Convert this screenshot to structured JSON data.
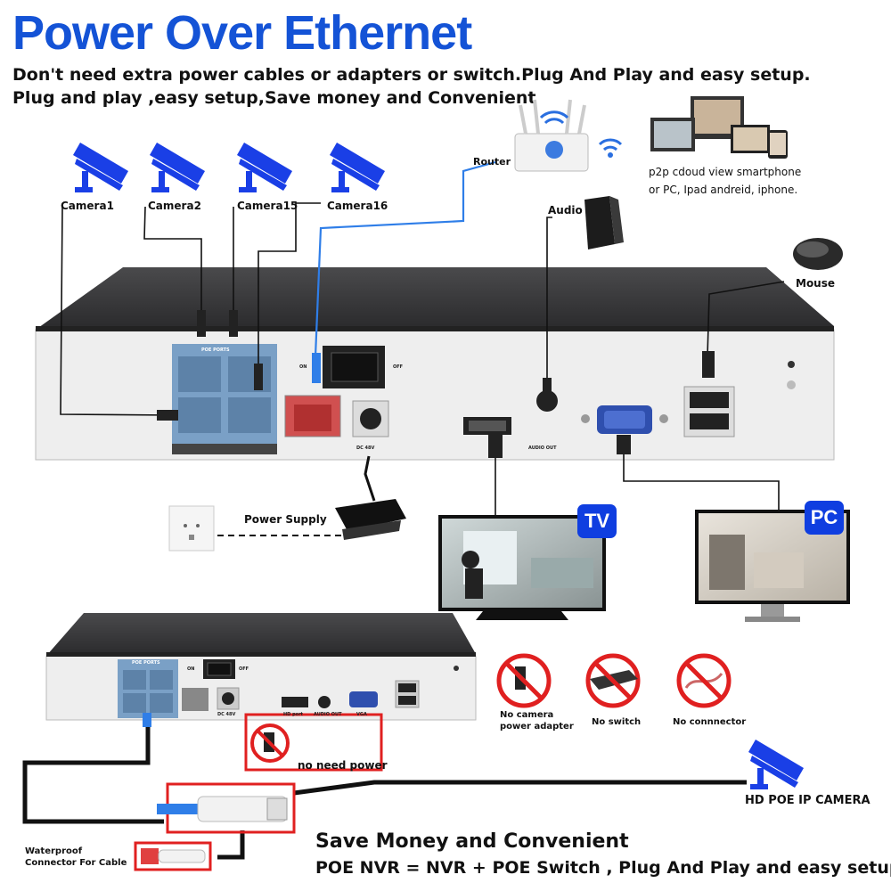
{
  "header": {
    "title": "Power Over Ethernet",
    "line1": "Don't need extra power cables or adapters or switch.Plug And Play and easy setup.",
    "line2": "Plug and play ,easy setup,Save money and Convenient"
  },
  "cameras": [
    "Camera1",
    "Camera2",
    "Camera15",
    "Camera16"
  ],
  "devices": {
    "router": "Router",
    "audio": "Audio",
    "mouse": "Mouse",
    "p2p_line1": "p2p cdoud view smartphone",
    "p2p_line2": "or PC, Ipad andreid, iphone.",
    "power_supply": "Power Supply",
    "tv": "TV",
    "pc": "PC"
  },
  "nvr_labels": {
    "poe_ports": "POE PORTS",
    "on": "ON",
    "off": "OFF",
    "dc48v": "DC 48V",
    "audio_out": "AUDIO OUT",
    "hd_port": "HD port",
    "vga": "VGA"
  },
  "no_items": {
    "no_camera_line1": "No camera",
    "no_camera_line2": "power adapter",
    "no_switch": "No switch",
    "no_connector": "No connnector"
  },
  "lower": {
    "no_need_power": "no need power",
    "hd_poe_camera": "HD POE IP CAMERA",
    "waterproof_line1": "Waterproof",
    "waterproof_line2": "Connector For Cable",
    "save_title": "Save Money and Convenient",
    "equation": "POE NVR = NVR + POE Switch , Plug And Play and easy setup."
  },
  "colors": {
    "title_blue": "#1453d6",
    "badge_blue": "#0f3ee0",
    "camera_blue": "#1a3fe6",
    "red_box": "#e02020",
    "nvr_top": "#3a3a3c",
    "nvr_front": "#eeeeee",
    "poe_port": "#7aa0c6"
  }
}
